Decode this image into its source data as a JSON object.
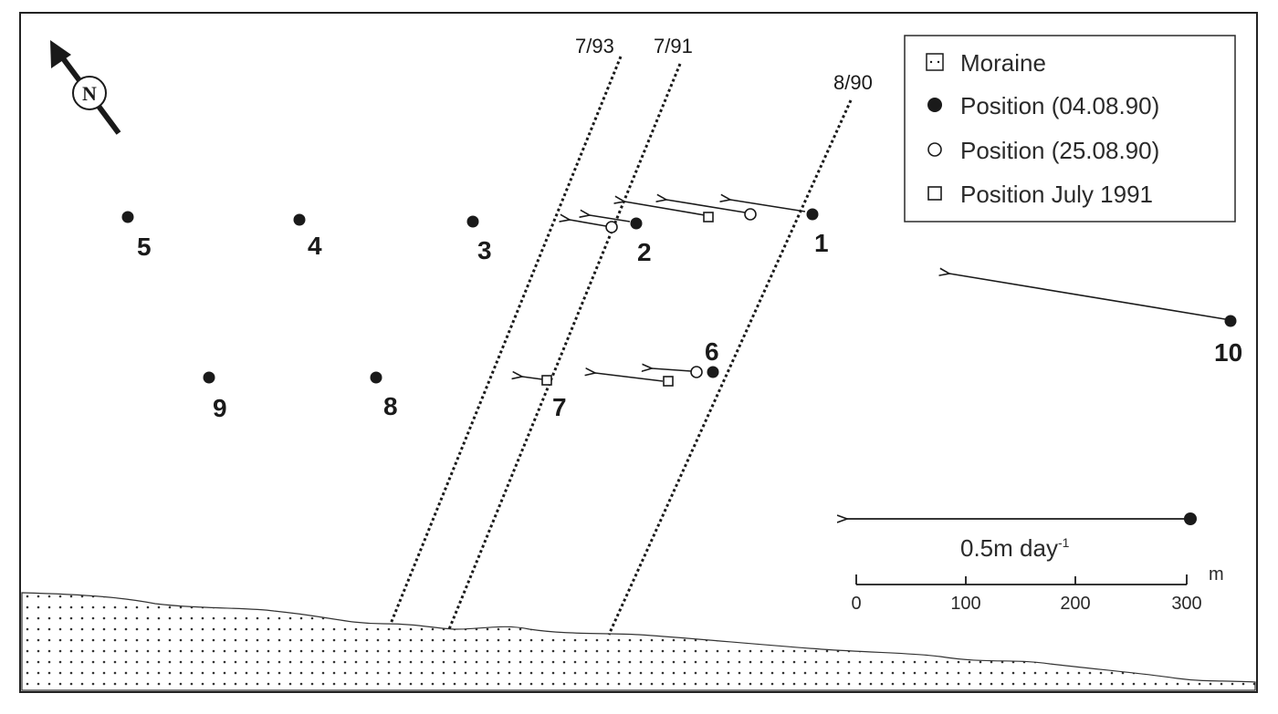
{
  "colors": {
    "ink": "#1a1a1a",
    "paper": "#ffffff",
    "moraine_dot": "#333333"
  },
  "north_arrow": {
    "label": "N",
    "icon": "north-arrow-icon"
  },
  "front_lines": [
    {
      "id": "front-7-93",
      "label": "7/93"
    },
    {
      "id": "front-7-91",
      "label": "7/91"
    },
    {
      "id": "front-8-90",
      "label": "8/90"
    }
  ],
  "stakes": [
    {
      "id": "1",
      "label": "1"
    },
    {
      "id": "2",
      "label": "2"
    },
    {
      "id": "3",
      "label": "3"
    },
    {
      "id": "4",
      "label": "4"
    },
    {
      "id": "5",
      "label": "5"
    },
    {
      "id": "6",
      "label": "6"
    },
    {
      "id": "7",
      "label": "7"
    },
    {
      "id": "8",
      "label": "8"
    },
    {
      "id": "9",
      "label": "9"
    },
    {
      "id": "10",
      "label": "10"
    }
  ],
  "legend": {
    "items": [
      {
        "symbol": "dotted-square",
        "label": "Moraine"
      },
      {
        "symbol": "filled-circle",
        "label": "Position (04.08.90)"
      },
      {
        "symbol": "open-circle",
        "label": "Position (25.08.90)"
      },
      {
        "symbol": "open-square",
        "label": "Position July 1991"
      }
    ]
  },
  "velocity_key": {
    "label_main": "0.5m day",
    "label_sup": "-1",
    "value_m_per_day": 0.5
  },
  "scale_bar": {
    "unit": "m",
    "ticks": [
      "0",
      "100",
      "200",
      "300"
    ]
  }
}
